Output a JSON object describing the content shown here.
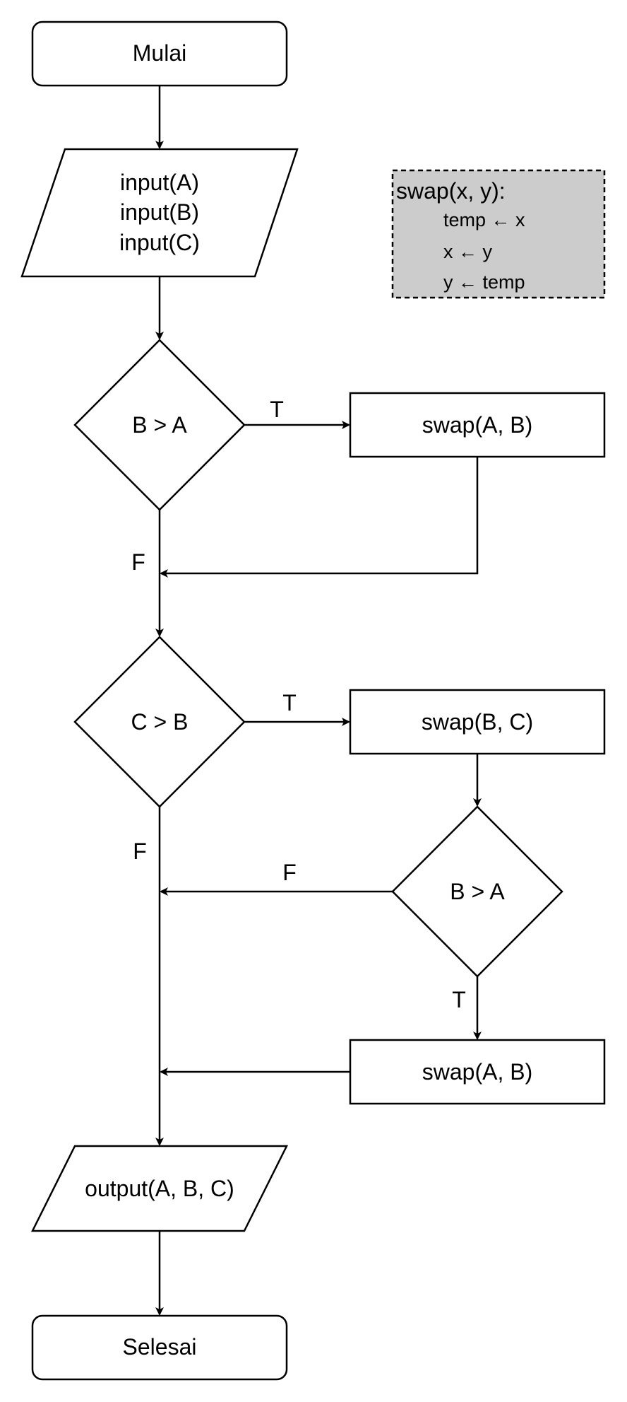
{
  "start": "Mulai",
  "input": [
    "input(A)",
    "input(B)",
    "input(C)"
  ],
  "swap_def": {
    "header": "swap(x, y):",
    "lines": [
      "temp ← x",
      "x ← y",
      "y ← temp"
    ]
  },
  "decision1": {
    "condition": "B > A",
    "true_label": "T",
    "false_label": "F"
  },
  "process1": "swap(A, B)",
  "decision2": {
    "condition": "C > B",
    "true_label": "T",
    "false_label": "F"
  },
  "process2": "swap(B, C)",
  "decision3": {
    "condition": "B > A",
    "true_label": "T",
    "false_label": "F"
  },
  "process3": "swap(A, B)",
  "output": "output(A, B, C)",
  "end": "Selesai"
}
